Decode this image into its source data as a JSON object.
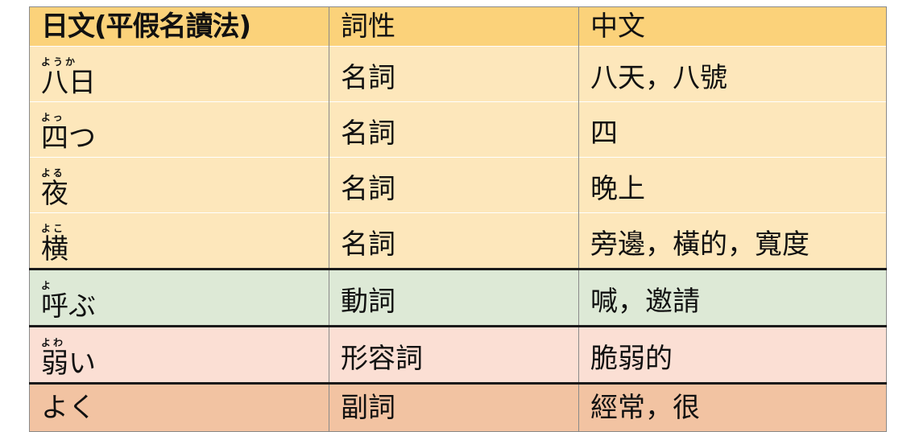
{
  "table": {
    "headers": [
      "日文(平假名讀法)",
      "詞性",
      "中文"
    ],
    "rows": [
      {
        "reading": "ようか",
        "word": "八日",
        "pos": "名詞",
        "meaning": "八天，八號"
      },
      {
        "reading": "よっ",
        "word": "四つ",
        "pos": "名詞",
        "meaning": "四"
      },
      {
        "reading": "よる",
        "word": "夜",
        "pos": "名詞",
        "meaning": "晚上"
      },
      {
        "reading": "よこ",
        "word": "横",
        "pos": "名詞",
        "meaning": "旁邊，橫的，寬度"
      },
      {
        "reading": "よ",
        "word": "呼ぶ",
        "pos": "動詞",
        "meaning": "喊，邀請"
      },
      {
        "reading": "よわ",
        "word": "弱い",
        "pos": "形容詞",
        "meaning": "脆弱的"
      },
      {
        "reading": "",
        "word": "よく",
        "pos": "副詞",
        "meaning": "經常，很"
      }
    ]
  },
  "colors": {
    "header": "#fbd27a",
    "noun": "#fde7bb",
    "verb": "#dde9d6",
    "adjective": "#fbdfd4",
    "adverb": "#f2c3a2"
  }
}
